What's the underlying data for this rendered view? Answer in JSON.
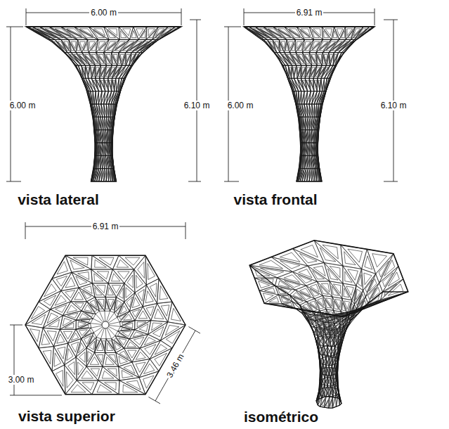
{
  "diagram": {
    "labels": [
      "6.00 m",
      "6.00 m",
      "6.10 m",
      "vista lateral",
      "6.91 m",
      "6.00 m",
      "6.10 m",
      "vista frontal",
      "6.91 m",
      "3.00 m",
      "3.46 m",
      "vista superior",
      "isométrico"
    ]
  }
}
